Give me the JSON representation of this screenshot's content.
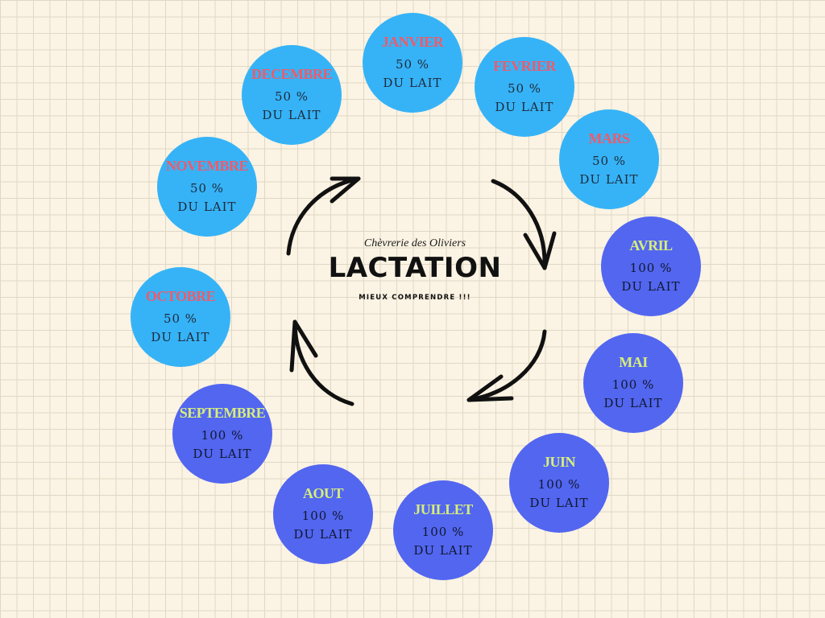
{
  "center": {
    "subtitle": "Chèvrerie des Oliviers",
    "title": "LACTATION",
    "tagline": "MIEUX COMPRENDRE !!!"
  },
  "months": [
    {
      "name": "JANVIER",
      "value": "50 %",
      "unit": "DU LAIT"
    },
    {
      "name": "FEVRIER",
      "value": "50 %",
      "unit": "DU LAIT"
    },
    {
      "name": "MARS",
      "value": "50 %",
      "unit": "DU LAIT"
    },
    {
      "name": "AVRIL",
      "value": "100 %",
      "unit": "DU LAIT"
    },
    {
      "name": "MAI",
      "value": "100 %",
      "unit": "DU LAIT"
    },
    {
      "name": "JUIN",
      "value": "100 %",
      "unit": "DU LAIT"
    },
    {
      "name": "JUILLET",
      "value": "100 %",
      "unit": "DU LAIT"
    },
    {
      "name": "AOUT",
      "value": "100 %",
      "unit": "DU LAIT"
    },
    {
      "name": "SEPTEMBRE",
      "value": "100 %",
      "unit": "DU LAIT"
    },
    {
      "name": "OCTOBRE",
      "value": "50 %",
      "unit": "DU LAIT"
    },
    {
      "name": "NOVEMBRE",
      "value": "50 %",
      "unit": "DU LAIT"
    },
    {
      "name": "DECEMBRE",
      "value": "50 %",
      "unit": "DU LAIT"
    }
  ],
  "colors": {
    "half_circle": "#36b3f7",
    "half_label": "#ef5a6a",
    "full_circle": "#5266f0",
    "full_label": "#d7ee7a",
    "arrow": "#111111"
  }
}
